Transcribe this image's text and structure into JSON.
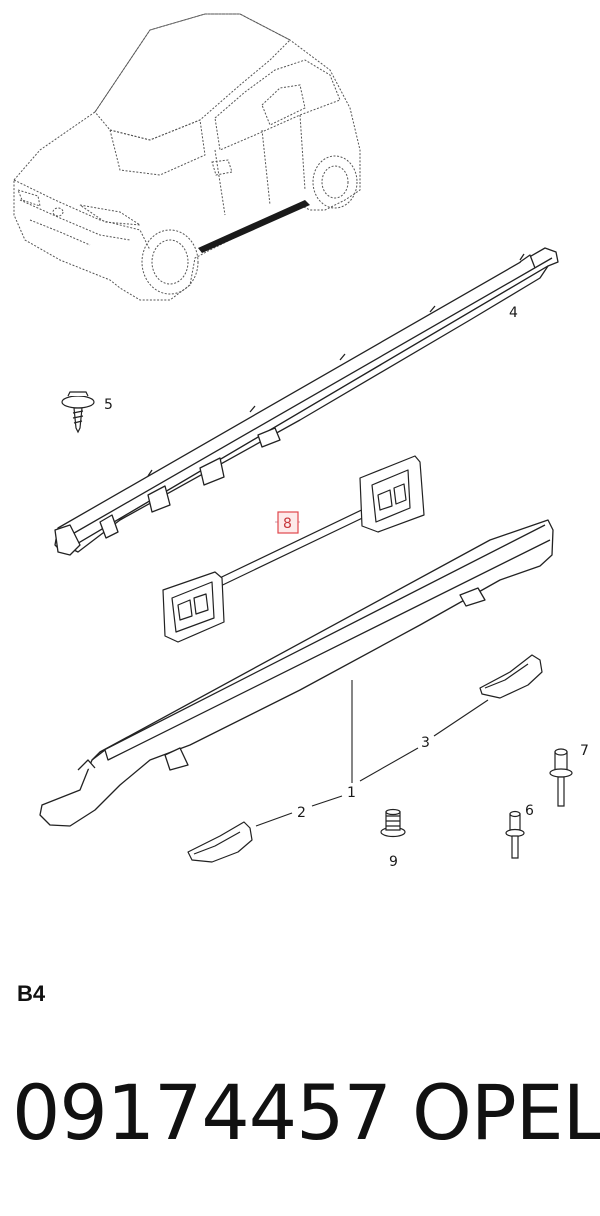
{
  "section_label": "B4",
  "part_number": "09174457",
  "brand": "OPEL",
  "callouts": {
    "c1": "1",
    "c2": "2",
    "c3": "3",
    "c4": "4",
    "c5": "5",
    "c6": "6",
    "c7": "7",
    "c8": "8",
    "c9": "9"
  },
  "highlight_color": "#e0474c"
}
